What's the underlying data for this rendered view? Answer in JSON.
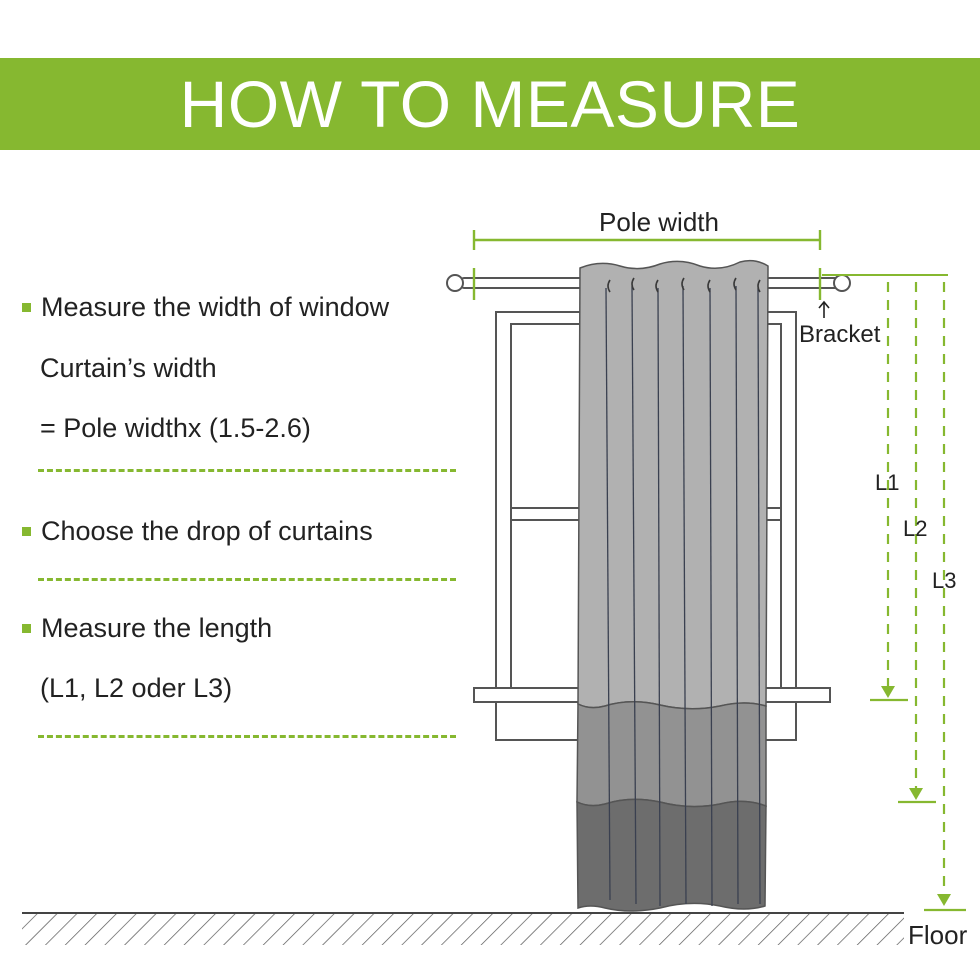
{
  "header": {
    "title": "HOW TO MEASURE"
  },
  "steps": [
    {
      "label": "Measure the width of window",
      "lines": [
        "Curtain’s width",
        "= Pole widthx (1.5-2.6)"
      ]
    },
    {
      "label": "Choose the drop of curtains",
      "lines": []
    },
    {
      "label": "Measure the length",
      "lines": [
        "(L1, L2 oder L3)"
      ]
    }
  ],
  "diagram": {
    "pole_width_label": "Pole width",
    "bracket_label": "Bracket",
    "l1_label": "L1",
    "l2_label": "L2",
    "l3_label": "L3",
    "floor_label": "Floor"
  },
  "colors": {
    "accent": "#86b830",
    "curtain_light": "#b1b1b1",
    "curtain_mid": "#929292",
    "curtain_dark": "#6d6d6d"
  }
}
